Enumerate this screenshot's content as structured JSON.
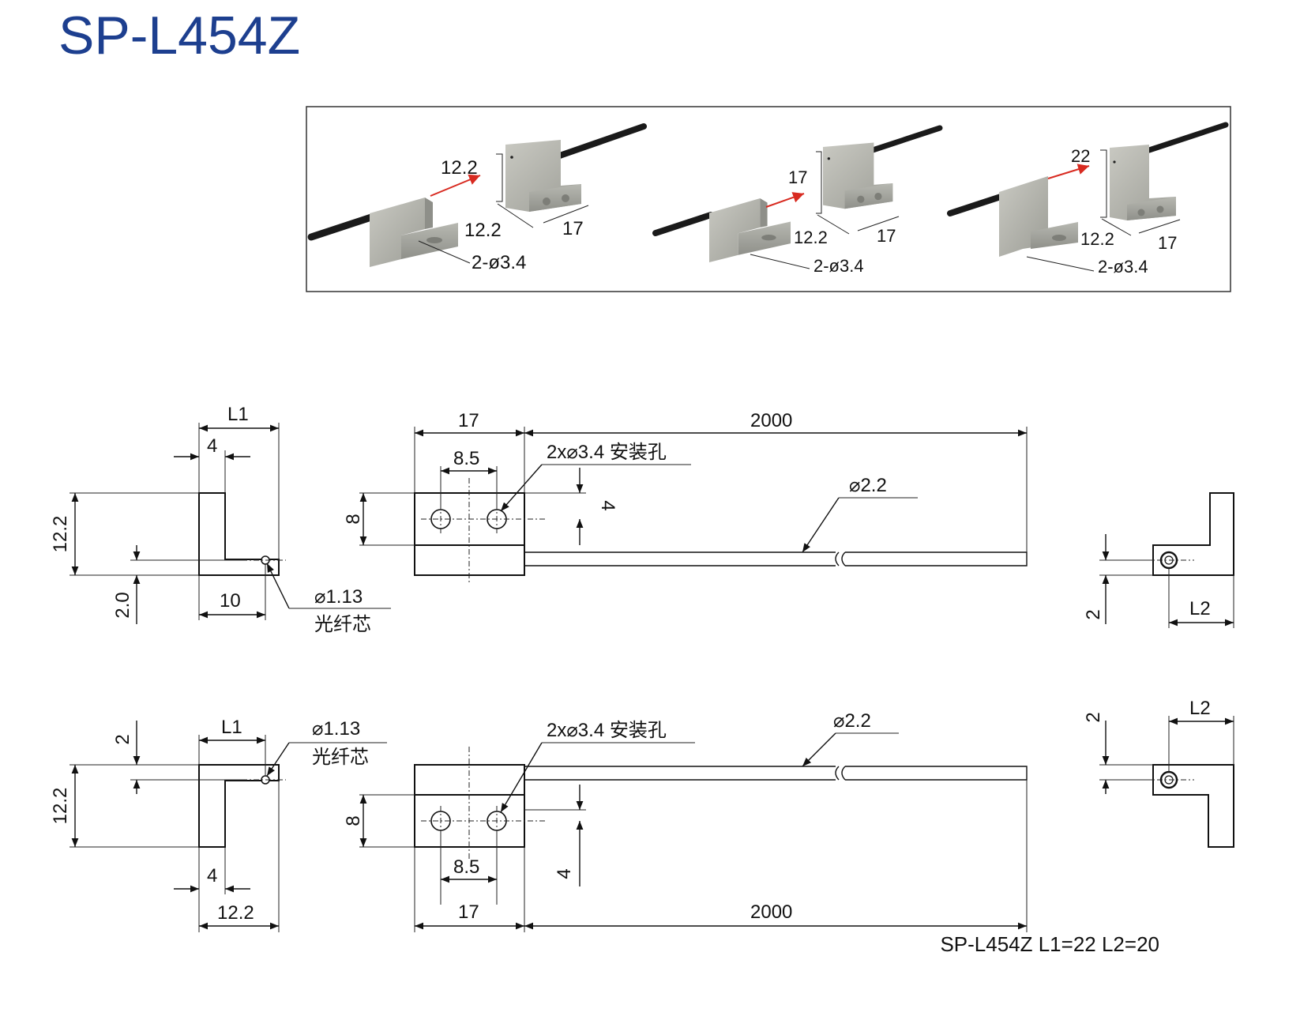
{
  "title": "SP-L454Z",
  "photo_panel": {
    "views": [
      {
        "height": "12.2",
        "depth": "12.2",
        "width": "17",
        "holes": "2-ø3.4"
      },
      {
        "height": "17",
        "depth": "12.2",
        "width": "17",
        "holes": "2-ø3.4"
      },
      {
        "height": "22",
        "depth": "12.2",
        "width": "17",
        "holes": "2-ø3.4"
      }
    ]
  },
  "top_drawing": {
    "side": {
      "L1": "L1",
      "d4": "4",
      "h12_2": "12.2",
      "d2_0": "2.0",
      "d10": "10",
      "core_dia": "⌀1.13",
      "core_label": "光纤芯"
    },
    "front": {
      "w17": "17",
      "w8_5": "8.5",
      "h8": "8",
      "d4": "4",
      "holes": "2x⌀3.4 安装孔",
      "cable_dia": "⌀2.2",
      "length": "2000"
    },
    "end": {
      "d2": "2",
      "L2": "L2"
    }
  },
  "bottom_drawing": {
    "side": {
      "L1": "L1",
      "d2": "2",
      "h12_2": "12.2",
      "d4": "4",
      "w12_2": "12.2",
      "core_dia": "⌀1.13",
      "core_label": "光纤芯"
    },
    "front": {
      "holes": "2x⌀3.4 安装孔",
      "cable_dia": "⌀2.2",
      "h8": "8",
      "w8_5": "8.5",
      "w17": "17",
      "d4": "4",
      "length": "2000"
    },
    "end": {
      "d2": "2",
      "L2": "L2"
    }
  },
  "caption": "SP-L454Z L1=22  L2=20"
}
